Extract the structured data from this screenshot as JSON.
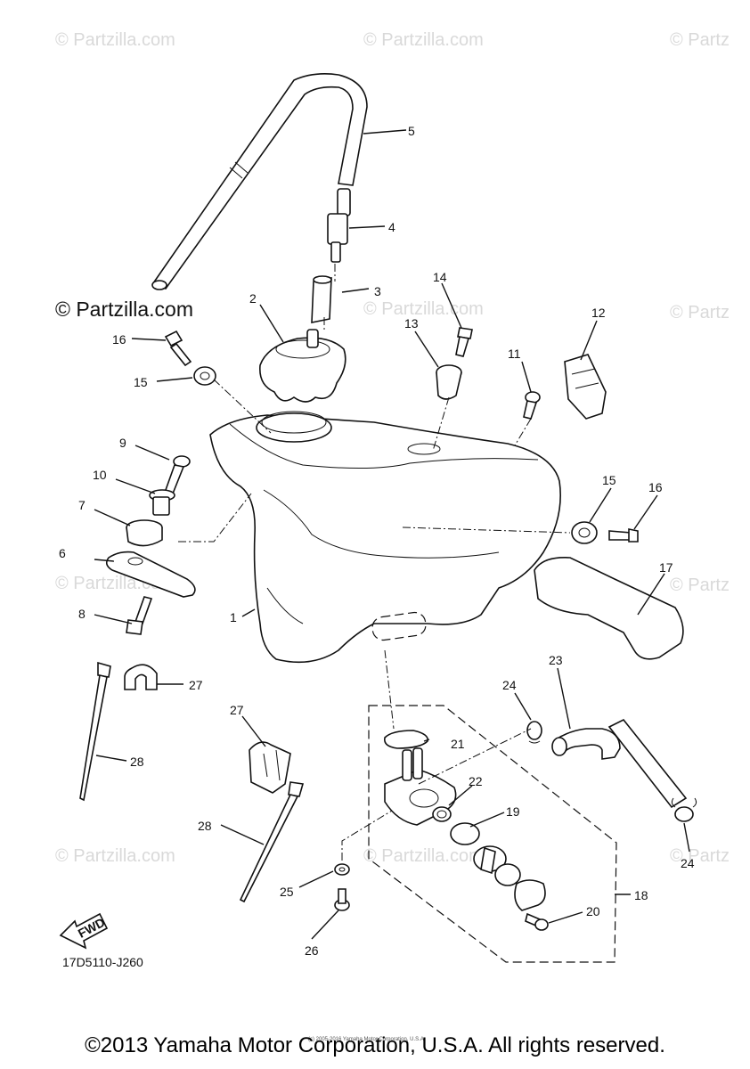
{
  "watermarks": {
    "site": "© Partzilla.com",
    "site_cut": "© Partz",
    "main": "© Partzilla.com"
  },
  "diagram": {
    "code": "17D5110-J260",
    "fwd_label": "FWD",
    "callouts": [
      "1",
      "2",
      "3",
      "4",
      "5",
      "6",
      "7",
      "8",
      "9",
      "10",
      "11",
      "12",
      "13",
      "14",
      "15",
      "15",
      "16",
      "16",
      "17",
      "18",
      "19",
      "20",
      "21",
      "22",
      "23",
      "24",
      "24",
      "25",
      "26",
      "27",
      "27",
      "28",
      "28"
    ]
  },
  "small_copyright": "(c) 2005-2016 Yamaha Motor Corporation, U.S.A.",
  "footer": "©2013 Yamaha Motor Corporation, U.S.A. All rights reserved."
}
